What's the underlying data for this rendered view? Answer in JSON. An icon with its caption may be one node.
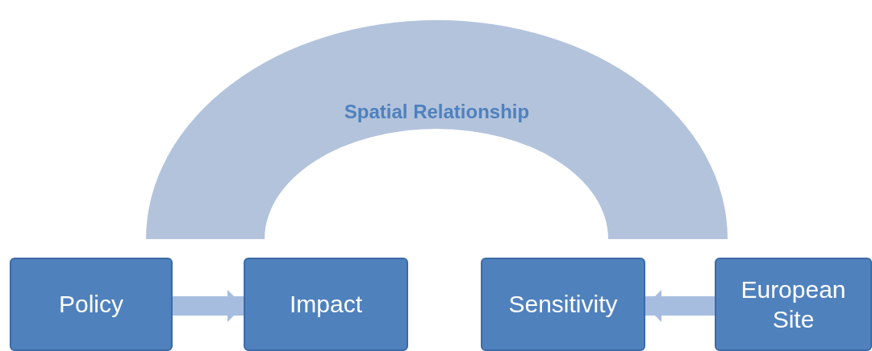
{
  "diagram": {
    "nodes": [
      {
        "text": [
          "Spatial Relationship"
        ]
      },
      {
        "text": [
          "Policy"
        ]
      },
      {
        "text": [
          "Impact"
        ]
      },
      {
        "text": [
          "Sensitivity"
        ]
      },
      {
        "text": [
          "European Site"
        ]
      }
    ],
    "edges": [
      {
        "from": 1,
        "to": 2,
        "arrow": "to"
      },
      {
        "from": 4,
        "to": 3,
        "arrow": "to"
      }
    ]
  }
}
